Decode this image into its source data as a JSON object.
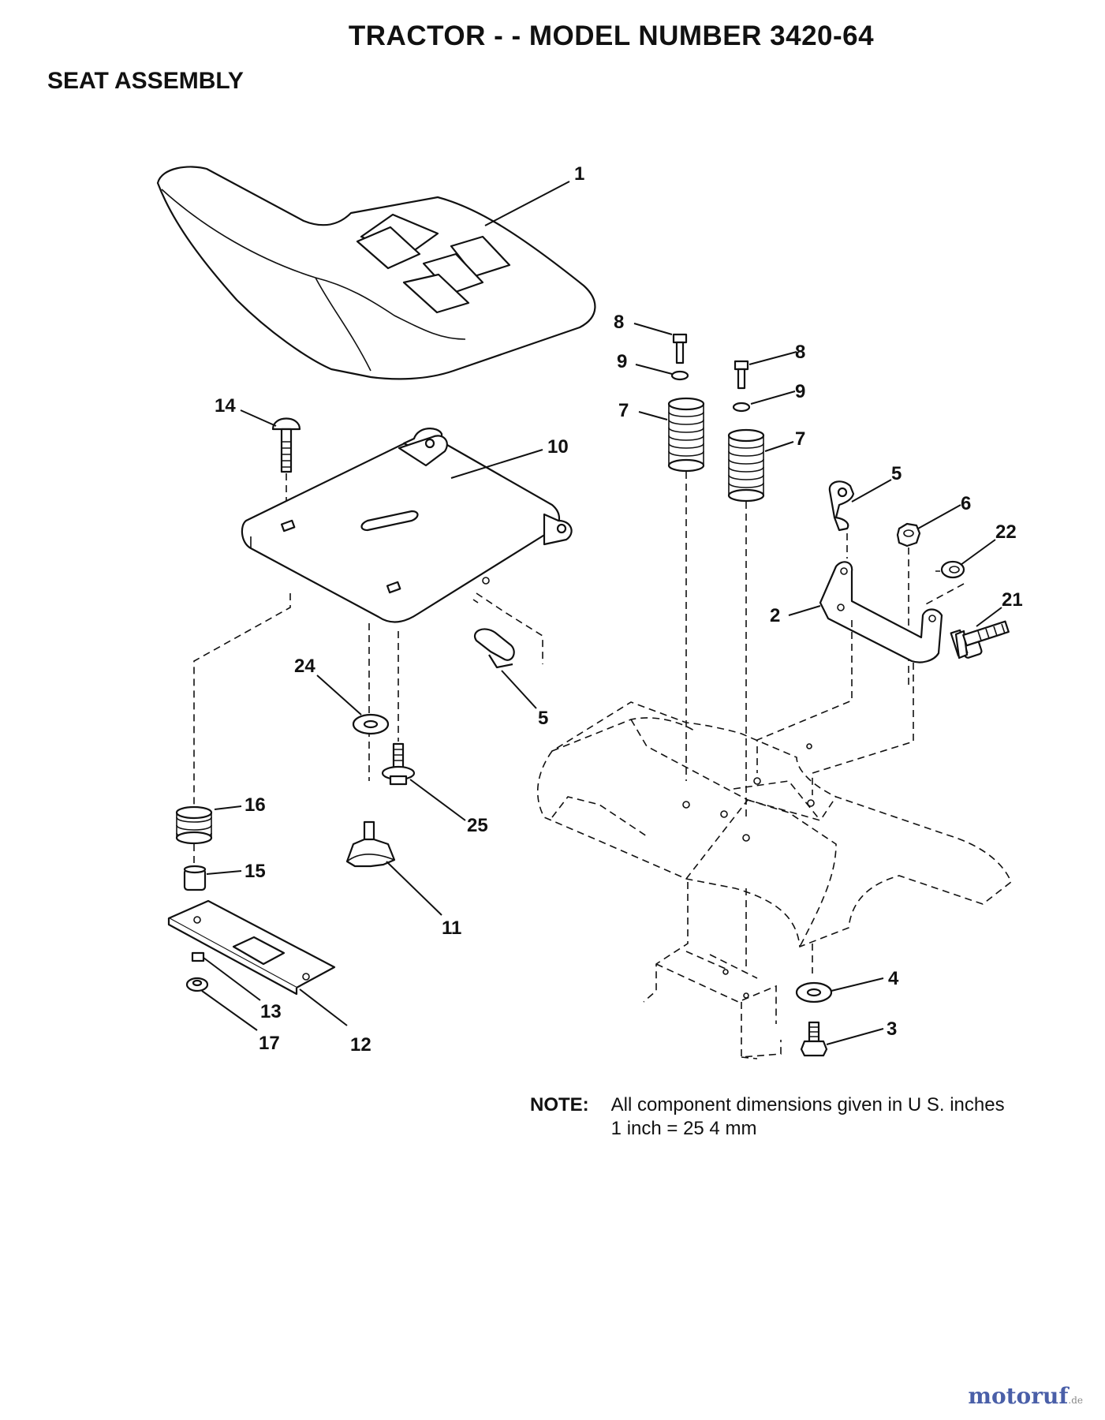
{
  "header": {
    "title": "TRACTOR - - MODEL NUMBER 3420-64",
    "section": "SEAT ASSEMBLY"
  },
  "callouts": {
    "c1": "1",
    "c2": "2",
    "c3": "3",
    "c4": "4",
    "c5a": "5",
    "c5b": "5",
    "c6": "6",
    "c7a": "7",
    "c7b": "7",
    "c8a": "8",
    "c8b": "8",
    "c9a": "9",
    "c9b": "9",
    "c10": "10",
    "c11": "11",
    "c12": "12",
    "c13": "13",
    "c14": "14",
    "c15": "15",
    "c16": "16",
    "c17": "17",
    "c21": "21",
    "c22": "22",
    "c24": "24",
    "c25": "25"
  },
  "note": {
    "label": "NOTE:",
    "line1": "All component dimensions given in U S. inches",
    "line2": "1 inch = 25 4 mm"
  },
  "watermark": {
    "brand": "motoruf",
    "suffix": ".de"
  }
}
